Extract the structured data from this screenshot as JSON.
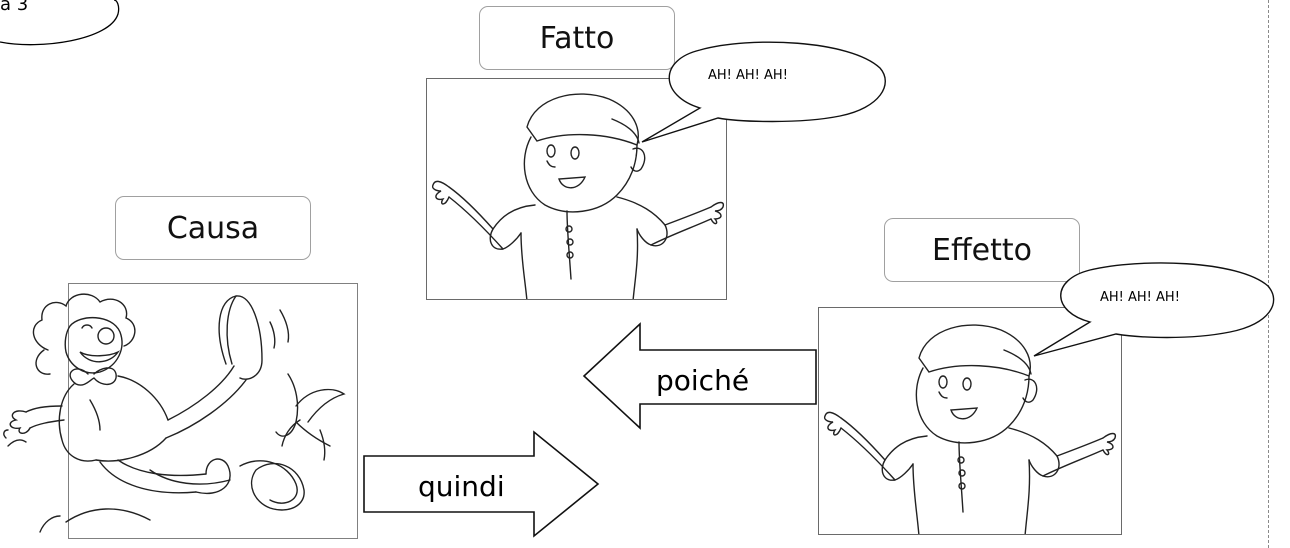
{
  "page_tag": "a 3",
  "labels": {
    "fatto": "Fatto",
    "causa": "Causa",
    "effetto": "Effetto"
  },
  "arrows": {
    "forward": "quindi",
    "backward": "poiché"
  },
  "speech": {
    "fatto": "AH! AH! AH!",
    "effetto": "AH! AH! AH!"
  }
}
